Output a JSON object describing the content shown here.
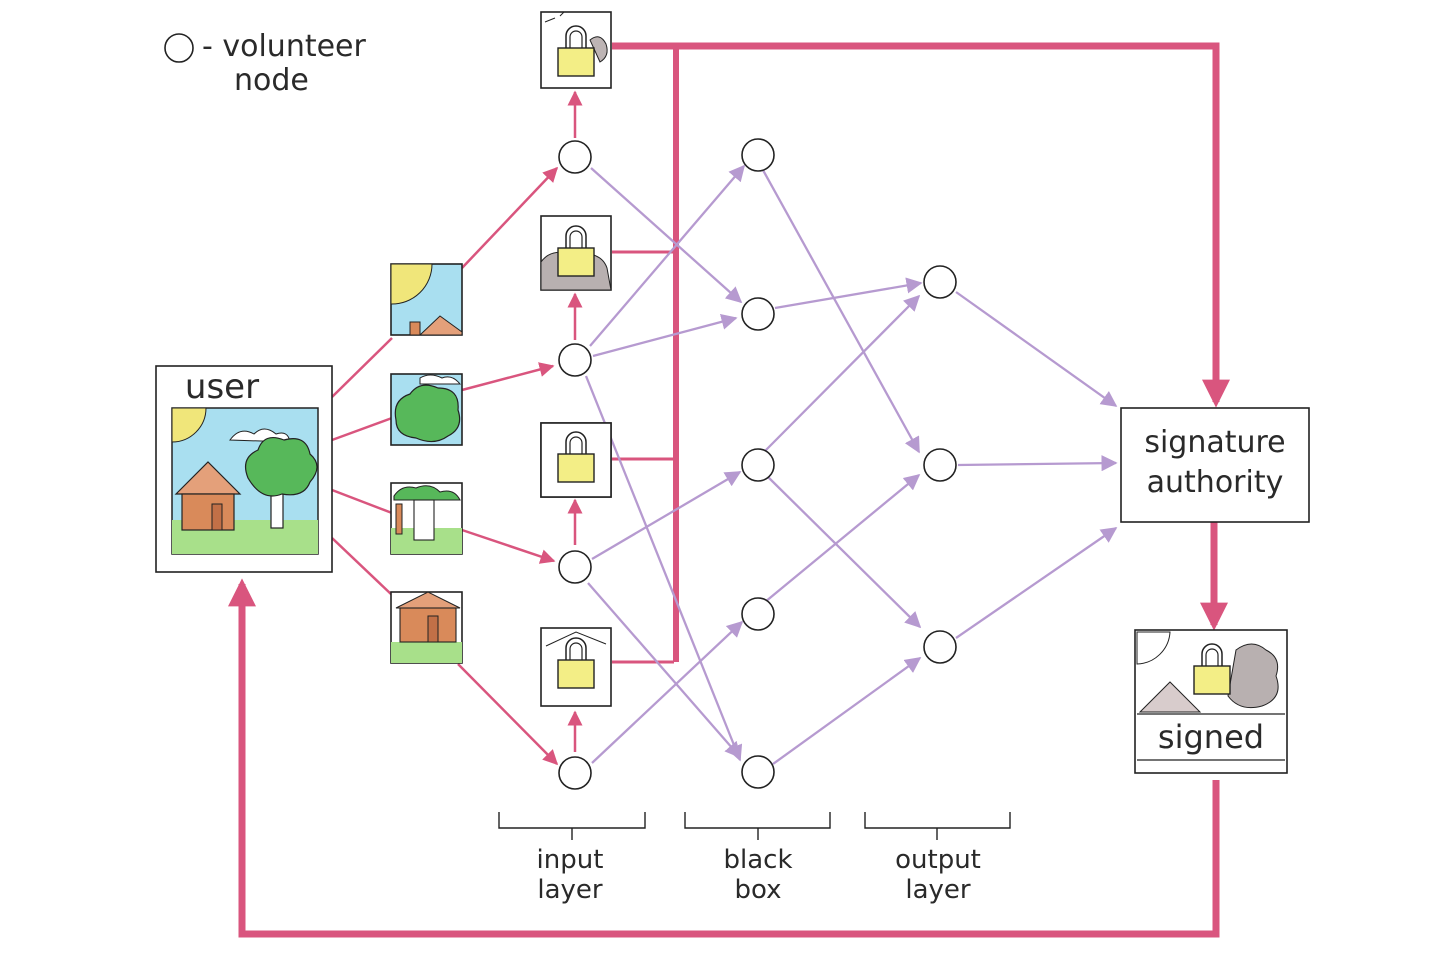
{
  "legend": {
    "symbol": "○",
    "label_line1": "- volunteer",
    "label_line2": "node"
  },
  "user": {
    "label": "user"
  },
  "signature_authority": {
    "line1": "signature",
    "line2": "authority"
  },
  "signed": {
    "label": "signed"
  },
  "layers": [
    {
      "line1": "input",
      "line2": "layer"
    },
    {
      "line1": "black",
      "line2": "box"
    },
    {
      "line1": "output",
      "line2": "layer"
    }
  ],
  "colors": {
    "return_path": "#d9557e",
    "network_edge": "#b69ad0",
    "lock": "#f3ee86",
    "sky": "#a9dff0",
    "grass": "#a8e08a",
    "house": "#d98a5a",
    "tree": "#57b85a",
    "sun": "#f0e67a"
  },
  "icons": {
    "user_picture": "house-tree-sun-picture-icon",
    "fragment": "image-fragment-icon",
    "encrypted": "padlock-icon"
  }
}
